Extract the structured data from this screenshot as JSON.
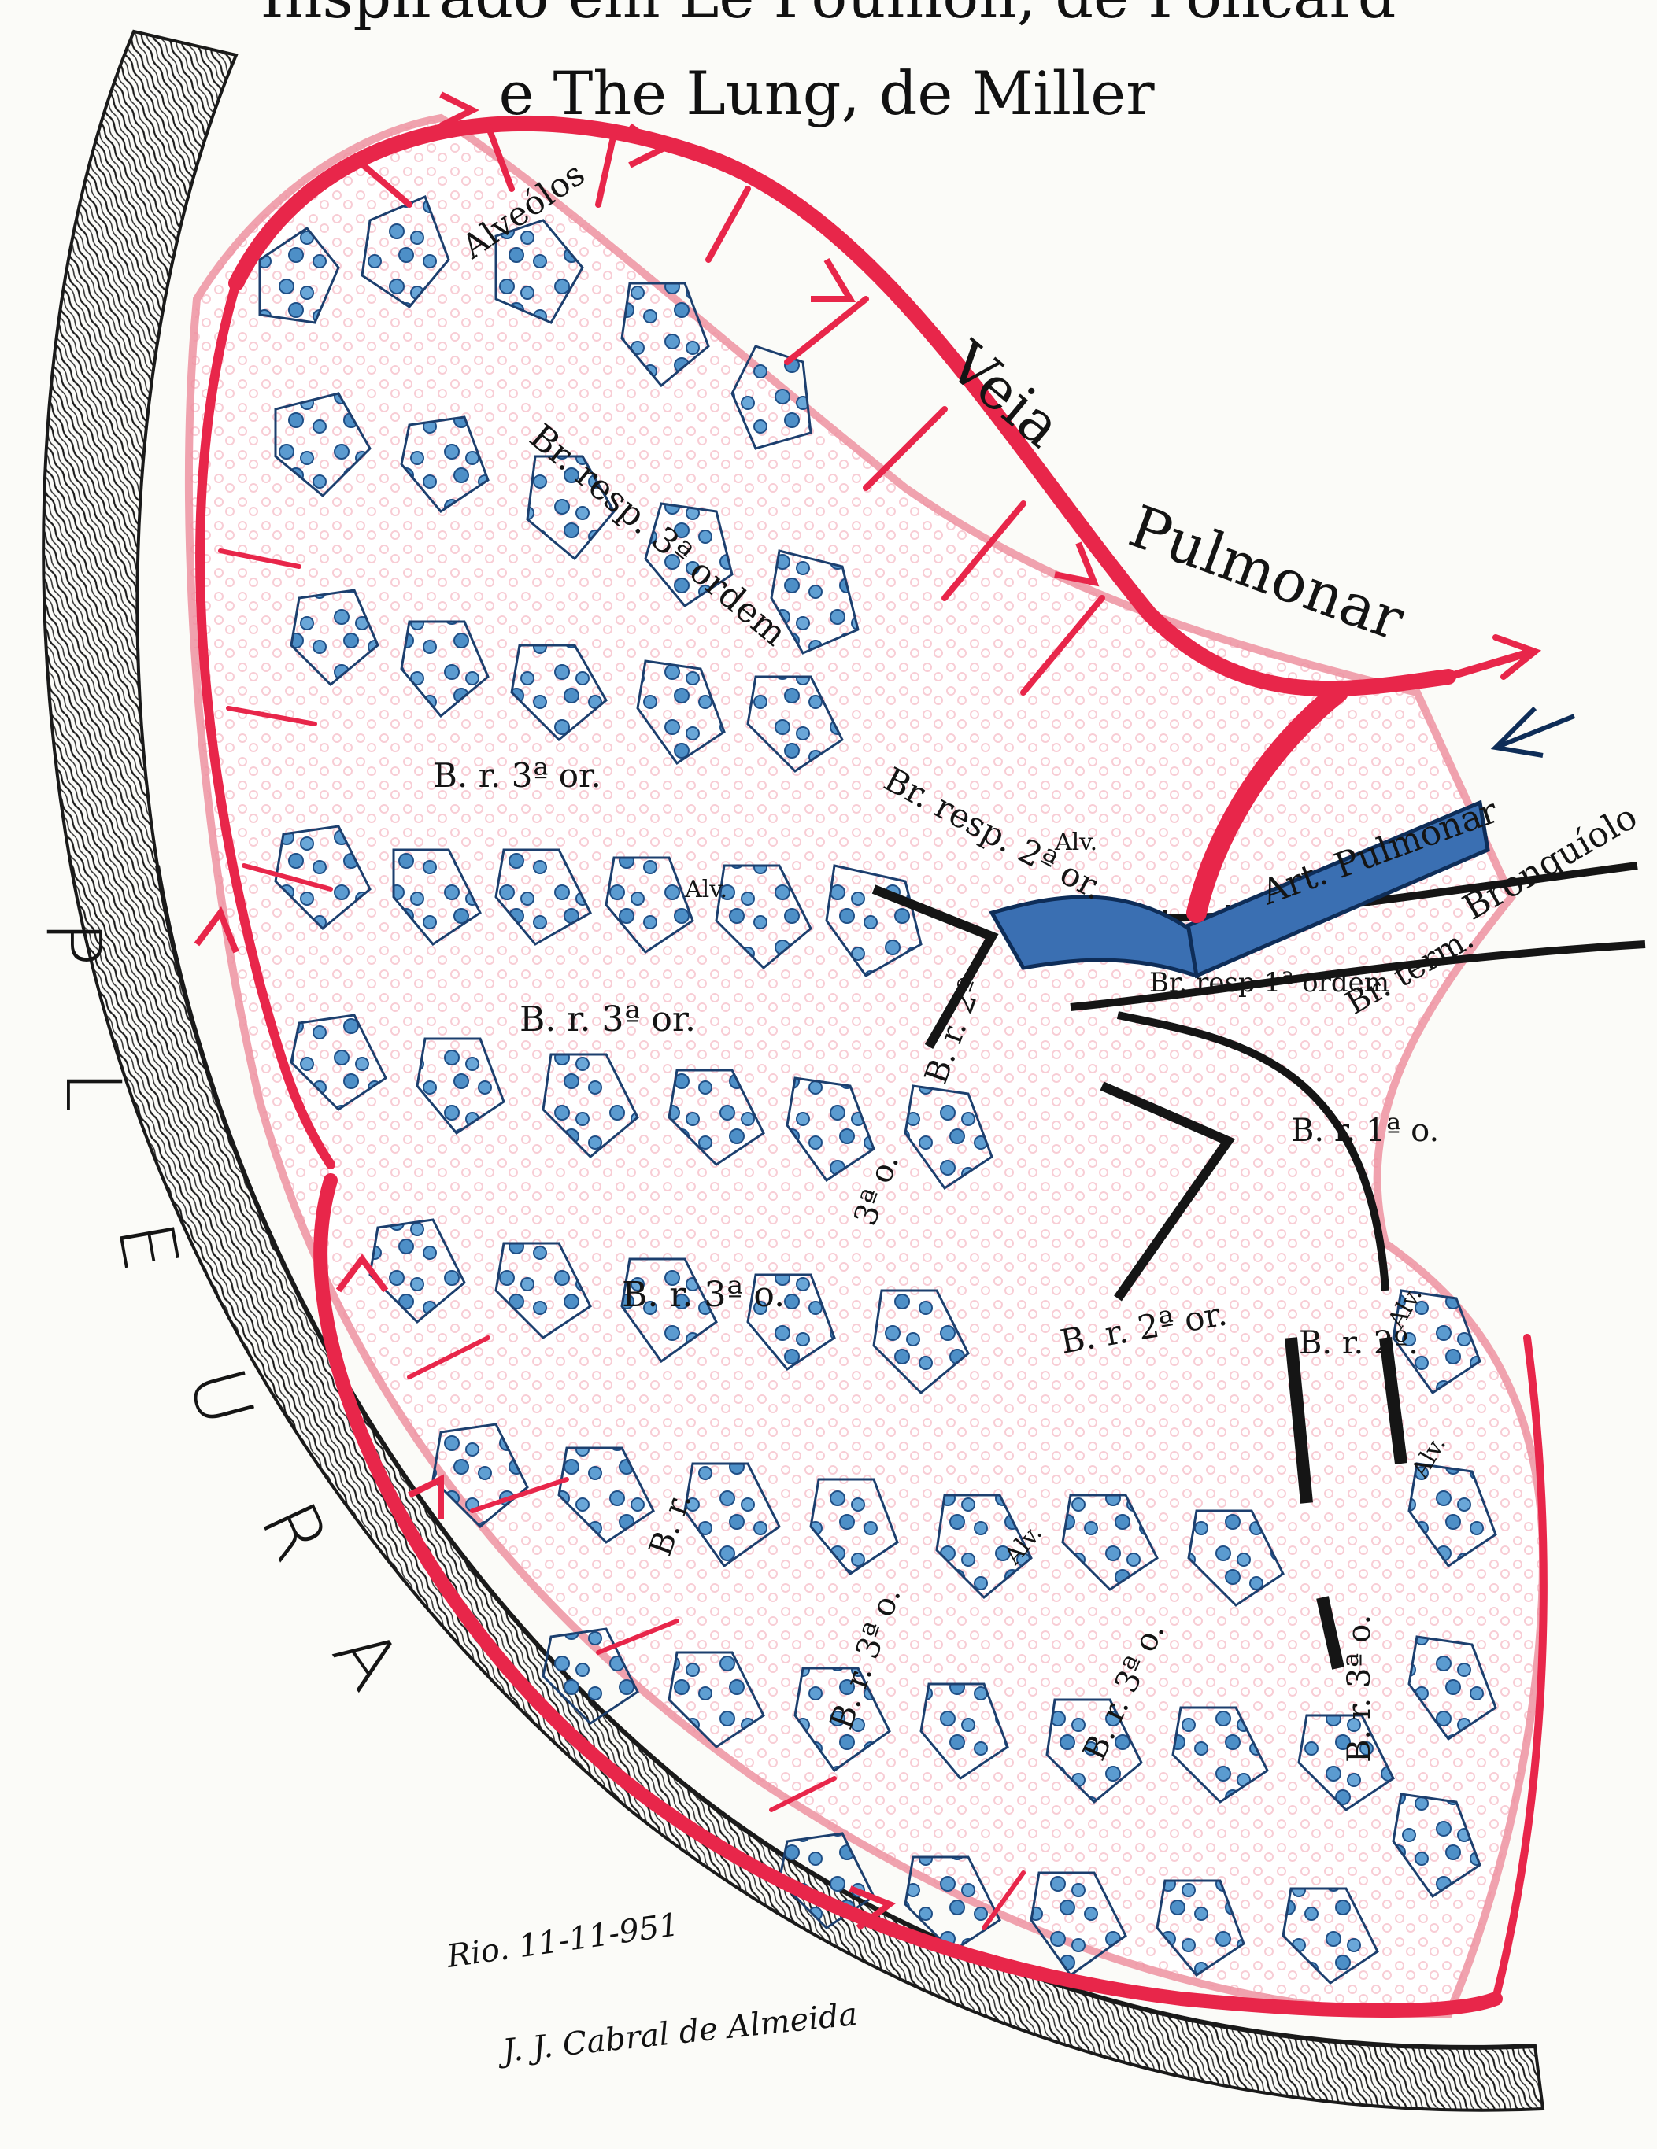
{
  "header": {
    "line1": "Inspirado em Le Poumon, de Policard",
    "line2": "e The Lung, de Miller"
  },
  "labels": {
    "alveolos": "Alveólos",
    "veia": "Veia",
    "pulmonar": "Pulmonar",
    "art_pulmonar": "Art. Pulmonar",
    "bronquiolo": "Bronquíolo",
    "br_term": "Br. term.",
    "br_resp_3_ordem": "Br. resp. 3ª ordem",
    "b_r_3a_or_1": "B. r. 3ª or.",
    "br_resp_2a_or": "Br. resp. 2ª or.",
    "br_resp_1a_ordem": "Br. resp 1ª ordem",
    "alv_1": "Alv.",
    "alv_2": "Alv.",
    "b_r_3a_or_2": "B. r. 3ª or.",
    "b_r_2o_center": "B. r. 2º",
    "b_r_1a_o": "B. r. 1ª o.",
    "three_o": "3ª o.",
    "b_r_3a_o": "B. r. 3ª o.",
    "b_r_2a_or": "B. r. 2ª or.",
    "b_r_2o_right": "B. r. 2º.",
    "alv_3": "Alv.",
    "alv_4": "Alv.",
    "b_r_lower": "B. r.",
    "b_r_3a_o_lower_a": "B. r. 3ª o.",
    "alv_5": "Alv.",
    "b_r_3a_o_lower_b": "B. r. 3ª o.",
    "b_r_3a_o_lower_c": "B. r. 3ª o."
  },
  "pleura_letters": [
    "P",
    "L",
    "E",
    "U",
    "R",
    "A"
  ],
  "signature": {
    "place_date": "Rio. 11-11-951",
    "author": "J. J. Cabral de Almeida"
  },
  "colors": {
    "vein": "#e8264a",
    "artery": "#3a6fb2",
    "alveoli_blue": "#4d8fc7",
    "capillary_pink": "#f29aa8",
    "ink": "#151515",
    "paper": "#fbfbf8"
  }
}
